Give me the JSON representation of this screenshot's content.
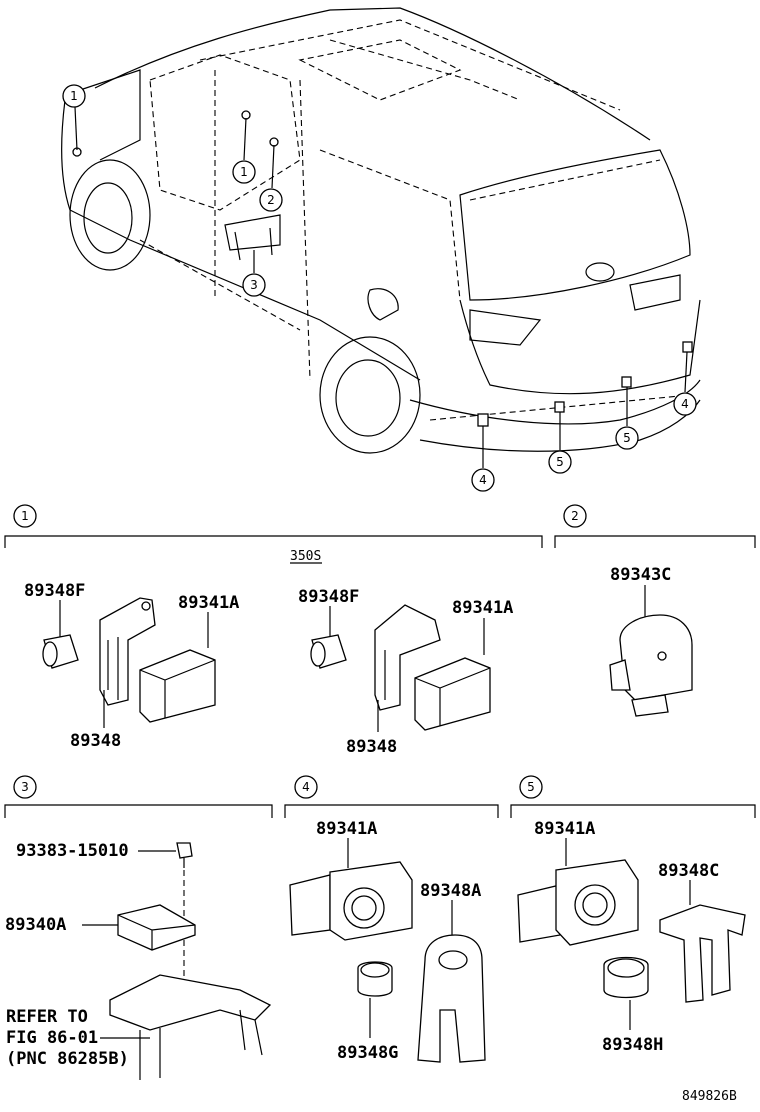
{
  "figure_id": "849826B",
  "callouts_vehicle": [
    "1",
    "1",
    "2",
    "3",
    "4",
    "4",
    "5",
    "5"
  ],
  "sections": [
    {
      "id": "1",
      "parts": [
        "89348F",
        "89341A",
        "89348"
      ]
    },
    {
      "id": "1b",
      "variant": "350S",
      "parts": [
        "89348F",
        "89341A",
        "89348"
      ]
    },
    {
      "id": "2",
      "parts": [
        "89343C"
      ]
    },
    {
      "id": "3",
      "parts": [
        "93383-15010",
        "89340A"
      ],
      "note": [
        "REFER TO",
        "FIG 86-01",
        "(PNC 86285B)"
      ]
    },
    {
      "id": "4",
      "parts": [
        "89341A",
        "89348A",
        "89348G"
      ]
    },
    {
      "id": "5",
      "parts": [
        "89341A",
        "89348C",
        "89348H"
      ]
    }
  ]
}
